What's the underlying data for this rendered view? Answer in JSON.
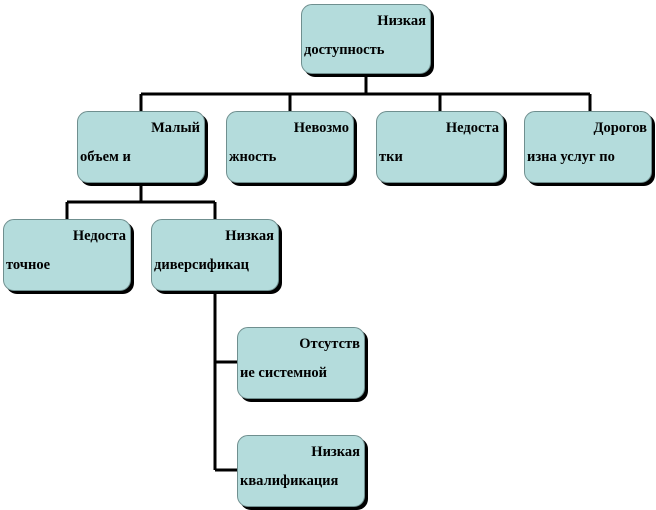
{
  "colors": {
    "node_fill": "#b4dcdc",
    "node_border": "#6f8f8f",
    "connector": "#000000"
  },
  "nodes": {
    "root": {
      "line1": "Низкая",
      "line2": "доступность"
    },
    "small": {
      "line1": "Малый",
      "line2": "объем и"
    },
    "impossible": {
      "line1": "Невозмо",
      "line2": "жность"
    },
    "flaws": {
      "line1": "Недоста",
      "line2": "тки"
    },
    "expensive": {
      "line1": "Дорогов",
      "line2": "изна услуг по"
    },
    "insufficient": {
      "line1": "Недоста",
      "line2": "точное"
    },
    "lowdiv": {
      "line1": "Низкая",
      "line2": "диверсификац"
    },
    "absence": {
      "line1": "Отсутств",
      "line2": "ие системной"
    },
    "lowqual": {
      "line1": "Низкая",
      "line2": "квалификация"
    }
  }
}
